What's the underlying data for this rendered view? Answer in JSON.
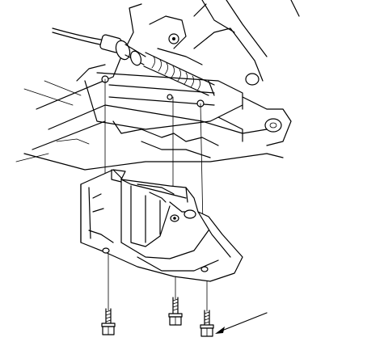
{
  "diagram": {
    "parts": [
      {
        "id": "transmission-housing",
        "icon": "engine-housing-outline"
      },
      {
        "id": "shift-cable",
        "icon": "cable-with-spring-boot"
      },
      {
        "id": "splash-shield",
        "icon": "skid-plate-outline"
      },
      {
        "id": "bolt-left",
        "icon": "hex-bolt"
      },
      {
        "id": "bolt-center",
        "icon": "hex-bolt"
      },
      {
        "id": "bolt-right",
        "icon": "hex-bolt"
      }
    ],
    "callout": {
      "type": "arrow",
      "target": "bolt-right"
    },
    "colors": {
      "stroke": "#000000",
      "background": "#ffffff"
    }
  }
}
